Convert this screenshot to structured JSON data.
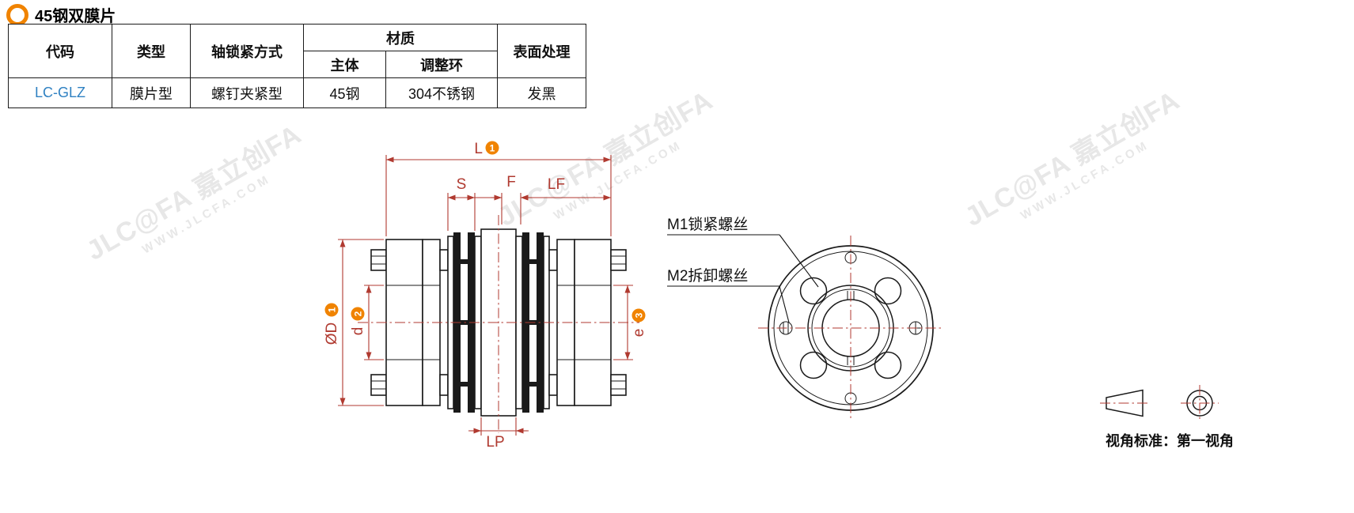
{
  "page": {
    "title": "45钢双膜片"
  },
  "table": {
    "headers": {
      "code": "代码",
      "type": "类型",
      "lock": "轴锁紧方式",
      "material": "材质",
      "material_main": "主体",
      "material_ring": "调整环",
      "surface": "表面处理"
    },
    "row": {
      "code": "LC-GLZ",
      "type": "膜片型",
      "lock": "螺钉夹紧型",
      "material_main": "45钢",
      "material_ring": "304不锈钢",
      "surface": "发黑"
    }
  },
  "drawing": {
    "dims": {
      "L": "L",
      "S": "S",
      "F": "F",
      "LF": "LF",
      "OD": "ØD",
      "d": "d",
      "e": "e",
      "LP": "LP",
      "n1": "1",
      "n2": "2",
      "n3": "3"
    },
    "callouts": {
      "m1": "M1锁紧螺丝",
      "m2": "M2拆卸螺丝"
    },
    "view_note": "视角标准：第一视角"
  },
  "watermark": {
    "brand": "JLC@FA 嘉立创FA",
    "url": "WWW.JLCFA.COM"
  },
  "colors": {
    "accent_orange": "#f08300",
    "code_blue": "#2f81c2",
    "dimension_red": "#b03a30",
    "outline_black": "#1a1a1a",
    "watermark_gray": "#e7e7e7"
  }
}
